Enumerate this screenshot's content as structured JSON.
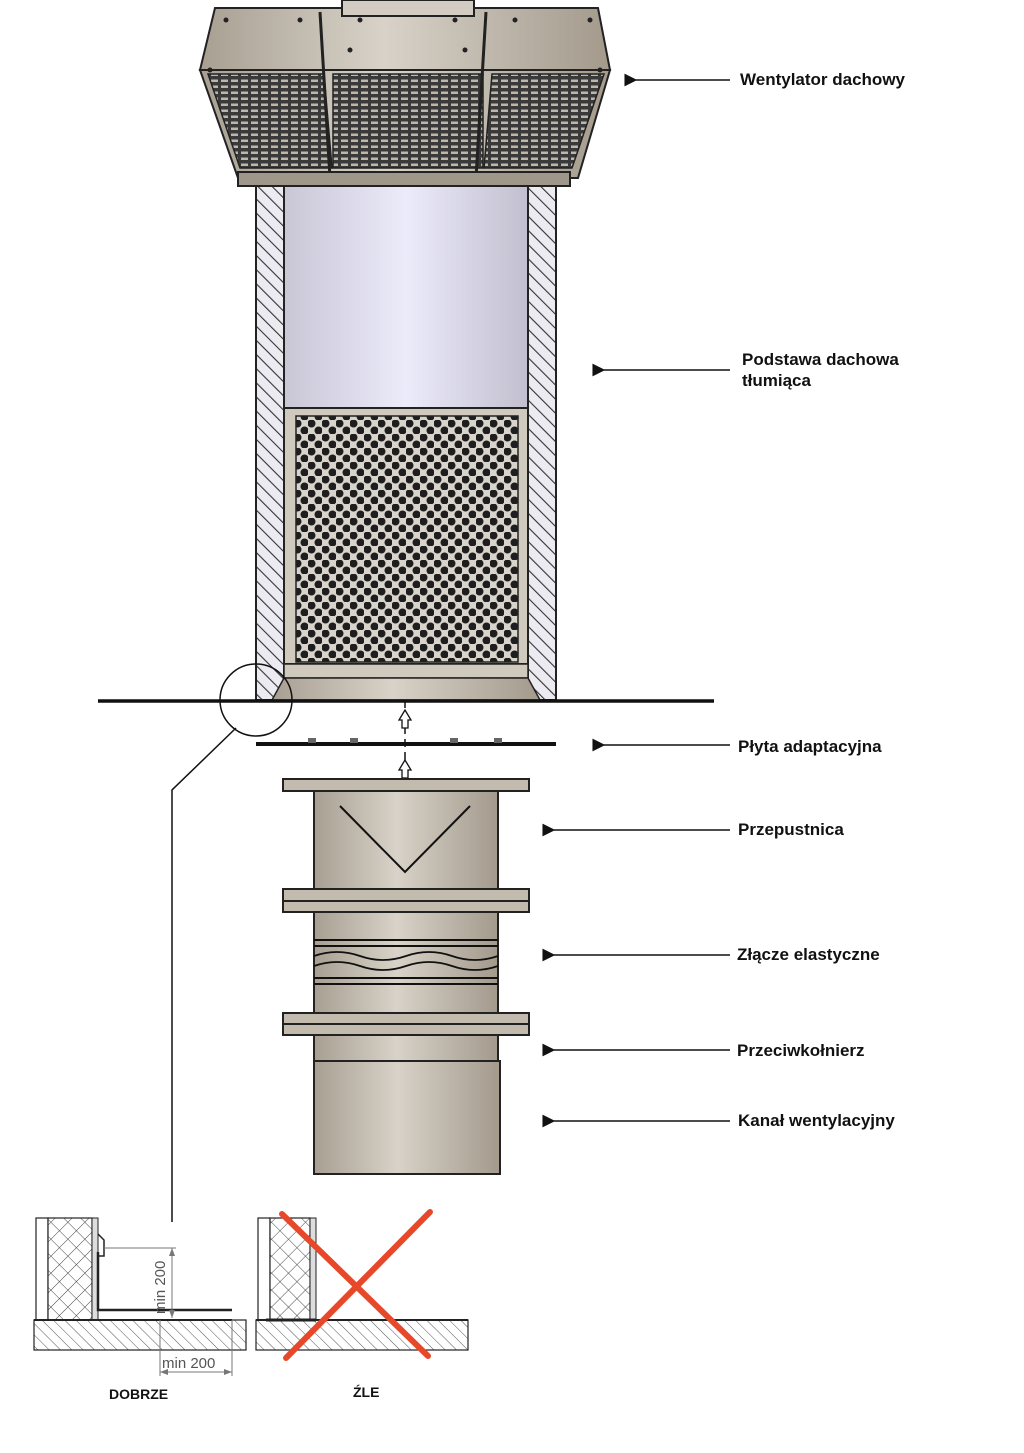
{
  "labels": {
    "roof_fan": "Wentylator dachowy",
    "roof_base_line1": "Podstawa dachowa",
    "roof_base_line2": "tłumiąca",
    "adapter_plate": "Płyta adaptacyjna",
    "damper": "Przepustnica",
    "flexible_connector": "Złącze elastyczne",
    "counter_flange": "Przeciwkołnierz",
    "ventilation_duct": "Kanał wentylacyjny"
  },
  "detail": {
    "good_caption": "DOBRZE",
    "bad_caption": "ŹLE",
    "dim_vertical": "min 200",
    "dim_horizontal": "min 200"
  },
  "colors": {
    "metal": "#c9c2b6",
    "metal_dark": "#a79f92",
    "silencer_tint": "#e4e2f4",
    "cross": "#e8482a",
    "line": "#111111"
  }
}
